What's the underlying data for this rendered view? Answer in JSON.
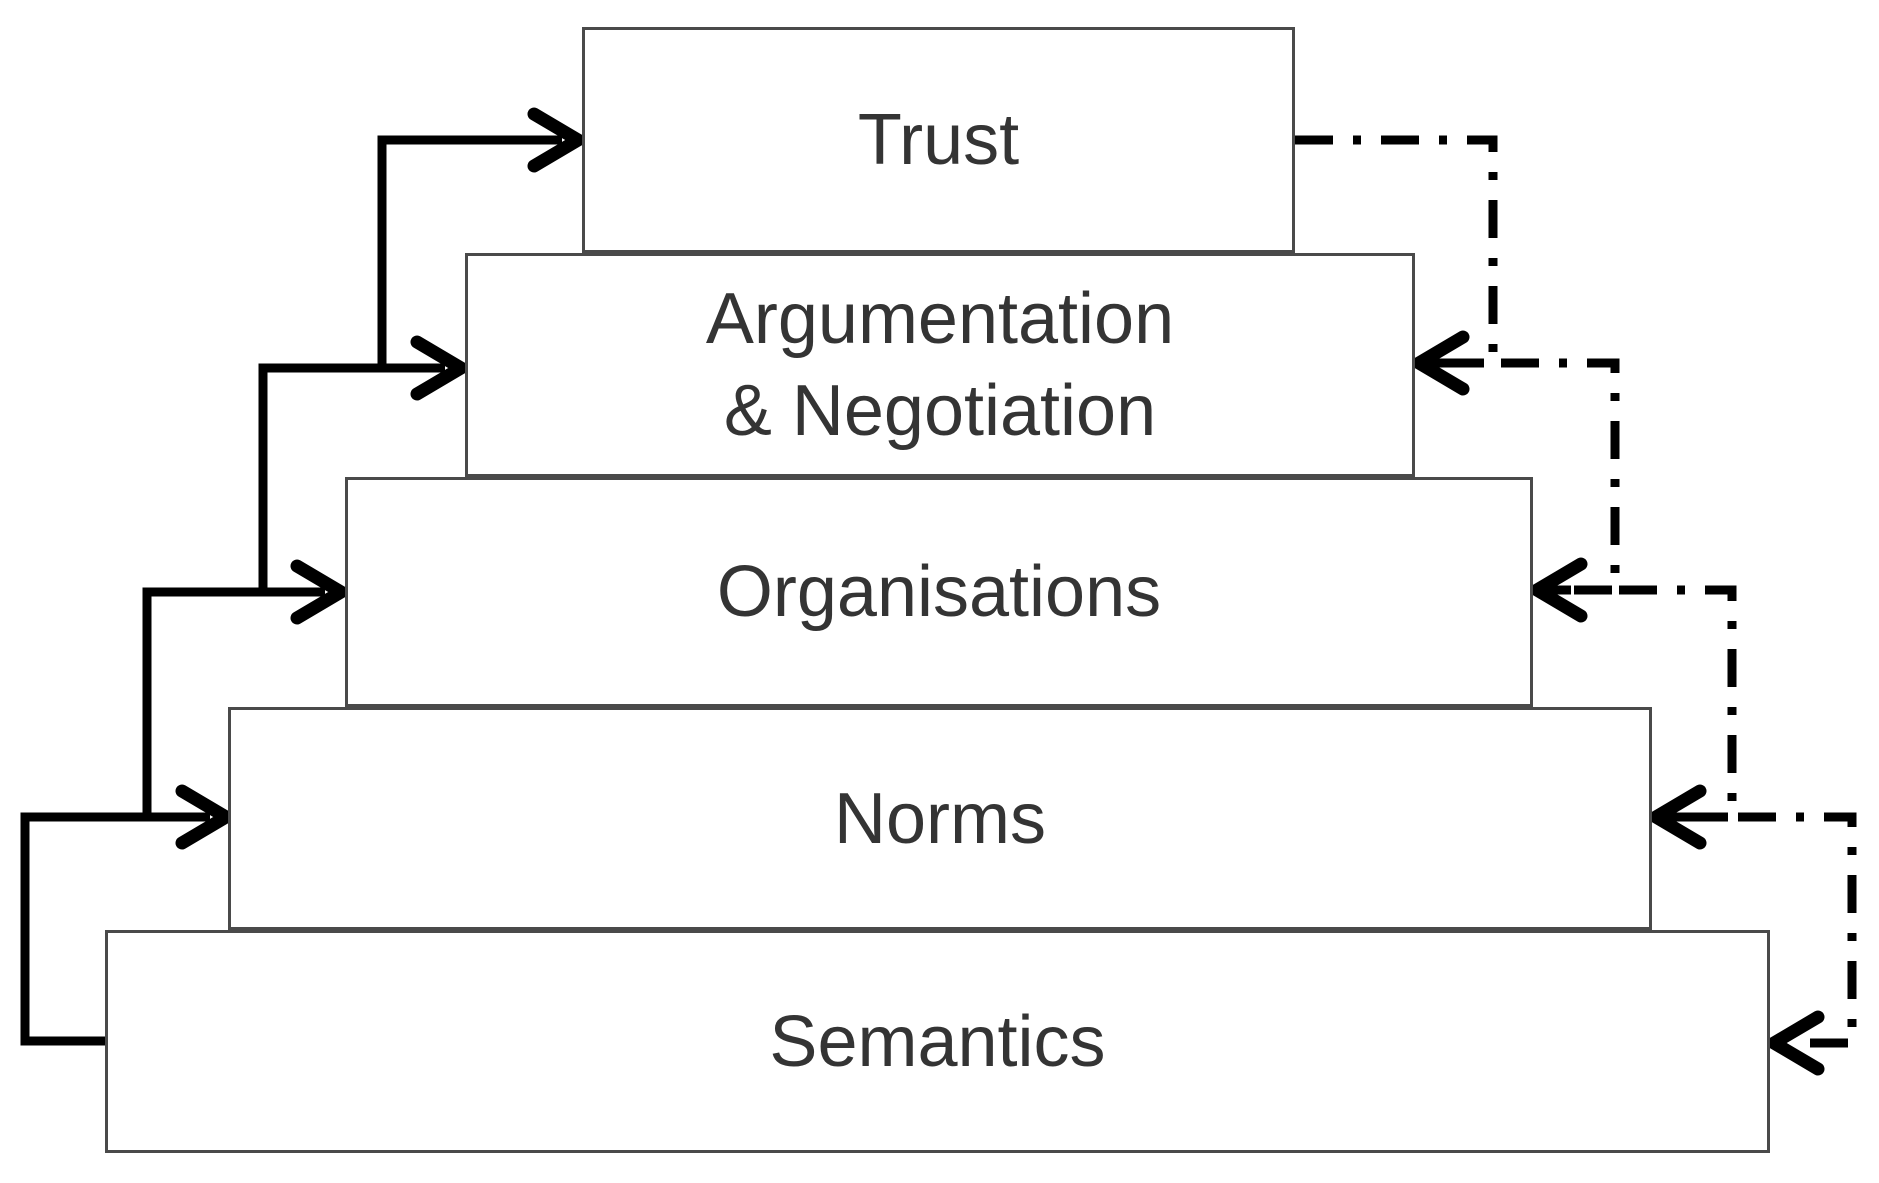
{
  "diagram": {
    "type": "layered-stack",
    "layers": [
      {
        "id": "trust",
        "label": "Trust"
      },
      {
        "id": "argumentation-negotiation",
        "label": "Argumentation & Negotiation",
        "lines": [
          "Argumentation",
          "& Negotiation"
        ]
      },
      {
        "id": "organisations",
        "label": "Organisations"
      },
      {
        "id": "norms",
        "label": "Norms"
      },
      {
        "id": "semantics",
        "label": "Semantics"
      }
    ],
    "connections": {
      "solid_upward": [
        {
          "from": "Semantics",
          "to": "Norms",
          "style": "solid",
          "side": "left"
        },
        {
          "from": "Norms",
          "to": "Organisations",
          "style": "solid",
          "side": "left"
        },
        {
          "from": "Organisations",
          "to": "Argumentation & Negotiation",
          "style": "solid",
          "side": "left"
        },
        {
          "from": "Argumentation & Negotiation",
          "to": "Trust",
          "style": "solid",
          "side": "left"
        }
      ],
      "dashdot_downward": [
        {
          "from": "Trust",
          "to": "Argumentation & Negotiation",
          "style": "dash-dot",
          "side": "right"
        },
        {
          "from": "Argumentation & Negotiation",
          "to": "Organisations",
          "style": "dash-dot",
          "side": "right"
        },
        {
          "from": "Organisations",
          "to": "Norms",
          "style": "dash-dot",
          "side": "right"
        },
        {
          "from": "Norms",
          "to": "Semantics",
          "style": "dash-dot",
          "side": "right"
        }
      ]
    },
    "colors": {
      "background": "#ffffff",
      "box_border": "#4a4a4a",
      "box_fill": "#ffffff",
      "text": "#343434",
      "connector": "#000000"
    }
  }
}
